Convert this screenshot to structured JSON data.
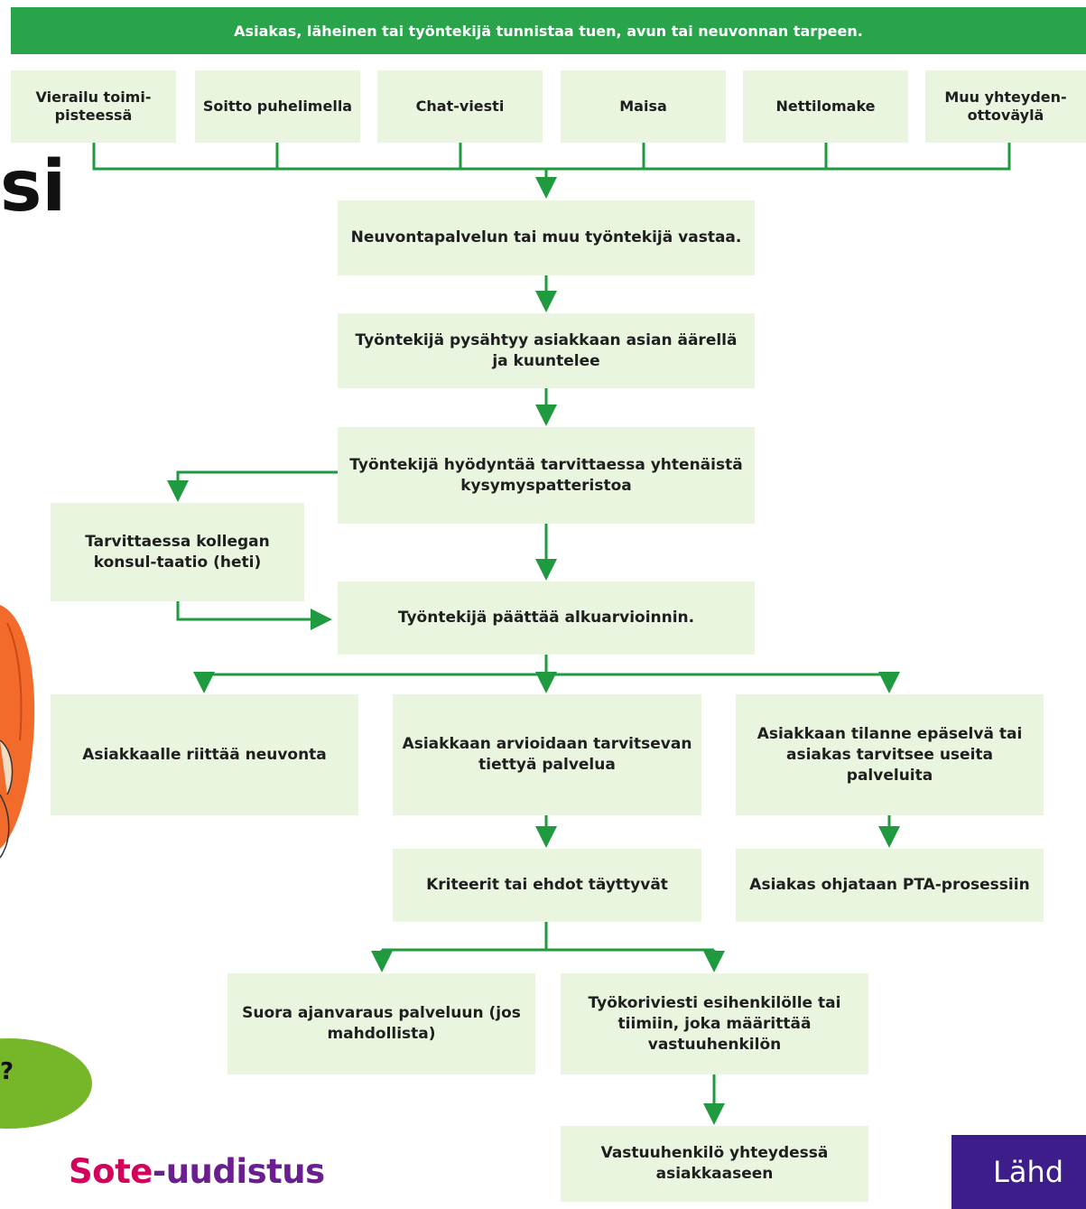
{
  "header": {
    "banner_text": "Asiakas, läheinen tai työntekijä tunnistaa tuen, avun tai neuvonnan tarpeen."
  },
  "channels": [
    "Vierailu toimi-pisteessä",
    "Soitto puhelimella",
    "Chat-viesti",
    "Maisa",
    "Nettilomake",
    "Muu yhteyden-ottoväylä"
  ],
  "steps": {
    "respond": "Neuvontapalvelun tai muu työntekijä vastaa.",
    "listen": "Työntekijä pysähtyy asiakkaan asian äärellä ja kuuntelee",
    "questions": "Työntekijä hyödyntää tarvittaessa yhtenäistä kysymyspatteristoa",
    "consult": "Tarvittaessa kollegan konsul-taatio (heti)",
    "assess": "Työntekijä päättää alkuarvioinnin."
  },
  "outcomes": {
    "advice": "Asiakkaalle riittää neuvonta",
    "service": "Asiakkaan arvioidaan tarvitsevan tiettyä palvelua",
    "unclear": "Asiakkaan tilanne epäselvä tai asiakas tarvitsee useita palveluita",
    "criteria": "Kriteerit tai ehdot täyttyvät",
    "pta": "Asiakas ohjataan PTA-prosessiin",
    "booking": "Suora ajanvaraus palveluun (jos mahdollista)",
    "message": "Työkoriviesti esihenkilölle tai tiimiin, joka määrittää vastuuhenkilön",
    "contact": "Vastuuhenkilö yhteydessä asiakkaaseen"
  },
  "decor": {
    "heading_fragment": "si",
    "brand_part1": "Sote",
    "brand_part2": "-uudistus",
    "source_tab": "Lähd"
  },
  "colors": {
    "banner": "#2aa44a",
    "box_fill": "#eaf5df",
    "connector": "#1f9a3f",
    "brand_pink": "#d4005b",
    "brand_purple": "#6a1e8f",
    "source_tab": "#3d1d8a"
  }
}
